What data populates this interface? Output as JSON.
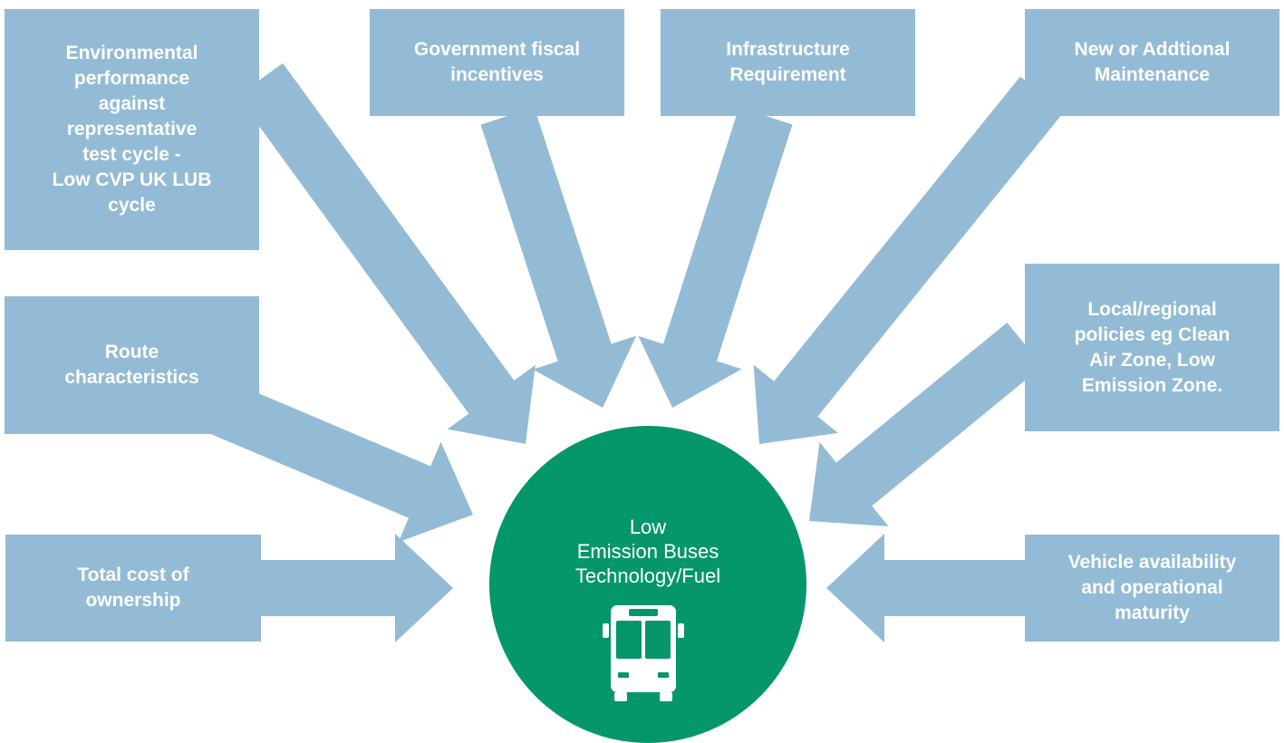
{
  "colors": {
    "box_fill": "#93bbd5",
    "hub_fill": "#05966b",
    "text": "#ffffff"
  },
  "hub": {
    "title": "Low\nEmission Buses\nTechnology/Fuel",
    "icon": "bus-icon"
  },
  "factors": [
    {
      "id": "environmental-performance",
      "label": "Environmental\nperformance\nagainst\nrepresentative\ntest cycle  -\nLow CVP UK LUB\ncycle"
    },
    {
      "id": "government-fiscal-incentives",
      "label": "Government fiscal\nincentives"
    },
    {
      "id": "infrastructure-requirement",
      "label": "Infrastructure\nRequirement"
    },
    {
      "id": "new-or-additional-maintenance",
      "label": "New or Addtional\nMaintenance"
    },
    {
      "id": "route-characteristics",
      "label": "Route\ncharacteristics"
    },
    {
      "id": "local-regional-policies",
      "label": "Local/regional\npolicies eg Clean\nAir Zone, Low\nEmission Zone."
    },
    {
      "id": "total-cost-of-ownership",
      "label": "Total cost of\nownership"
    },
    {
      "id": "vehicle-availability",
      "label": "Vehicle availability\nand operational\nmaturity"
    }
  ]
}
